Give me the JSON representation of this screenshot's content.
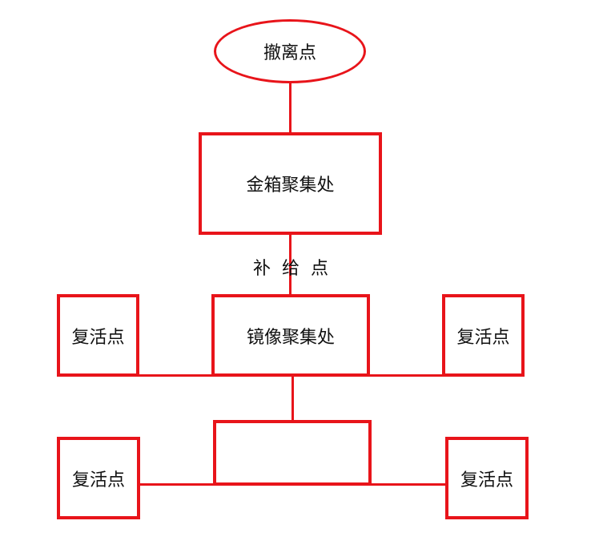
{
  "diagram": {
    "stroke_color": "#e8141a",
    "nodes": {
      "evac": "撤离点",
      "gold": "金箱聚集处",
      "mirror": "镜像聚集处",
      "blank": "",
      "revive_top_left": "复活点",
      "revive_top_right": "复活点",
      "revive_bottom_left": "复活点",
      "revive_bottom_right": "复活点"
    },
    "labels": {
      "supply": "补  给  点"
    }
  }
}
